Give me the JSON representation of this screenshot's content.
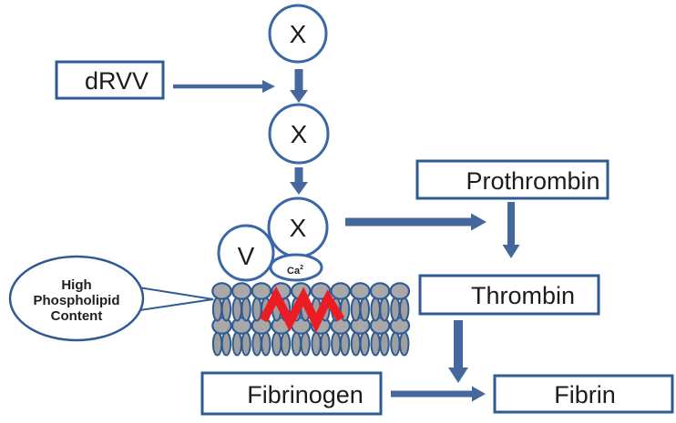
{
  "diagram": {
    "boxes": {
      "drvv": {
        "label": "dRVV"
      },
      "prothrombin": {
        "label": "Prothrombin"
      },
      "thrombin": {
        "label": "Thrombin"
      },
      "fibrinogen": {
        "label": "Fibrinogen"
      },
      "fibrin": {
        "label": "Fibrin"
      }
    },
    "nodes": {
      "factor_x_1": {
        "label": "X"
      },
      "factor_x_2": {
        "label": "X"
      },
      "factor_x_3": {
        "label": "X"
      },
      "factor_v": {
        "label": "V"
      },
      "calcium": {
        "label": "Ca",
        "superscript": "2"
      }
    },
    "callout": {
      "line1": "High",
      "line2": "Phospholipid",
      "line3": "Content"
    },
    "colors": {
      "accent_blue": "#44689e",
      "outline_blue": "#2f5b95",
      "circle_blue": "#3a68a6",
      "lipid_gray": "#a8a8a8",
      "highlight_red": "#ec1c24",
      "text": "#1c1c1c"
    }
  }
}
